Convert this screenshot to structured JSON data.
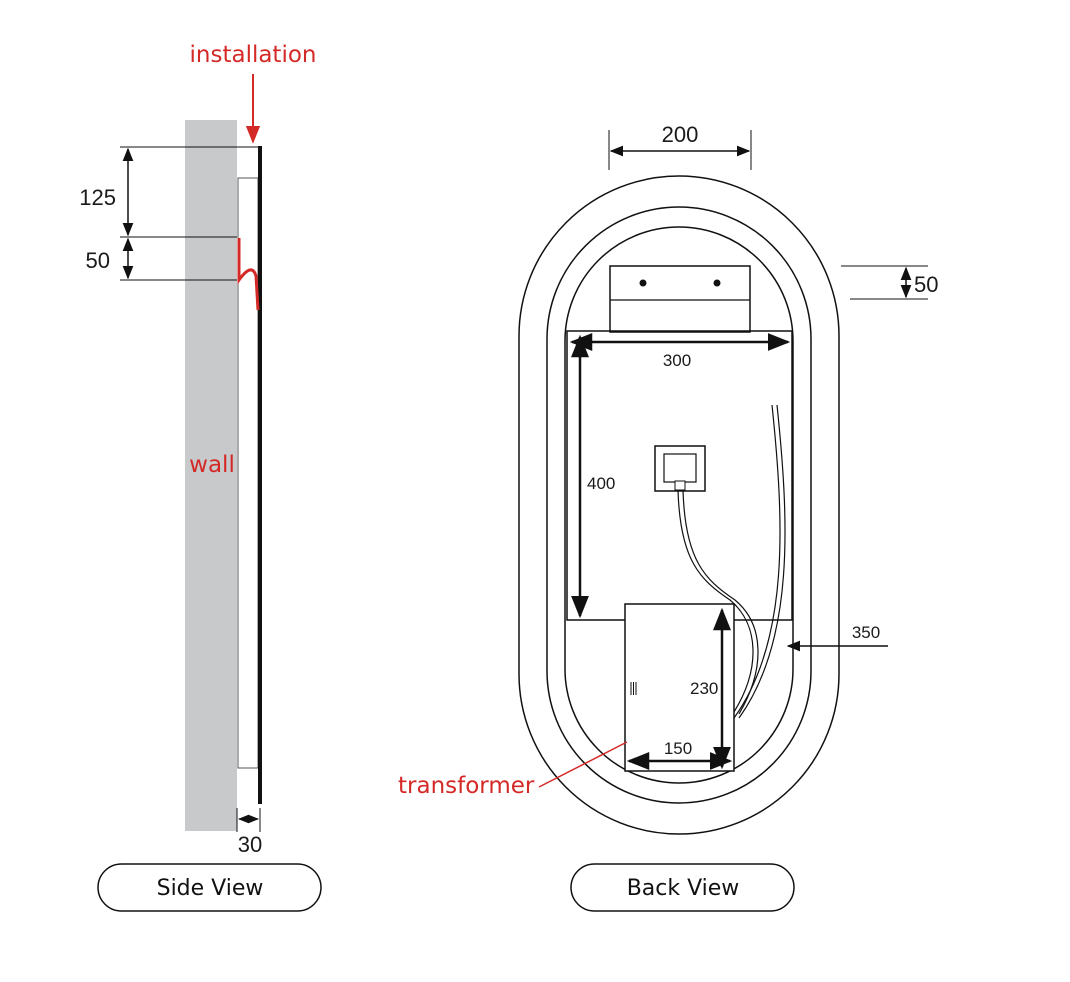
{
  "labels": {
    "installation": "installation",
    "wall": "wall",
    "transformer": "transformer"
  },
  "dimensions": {
    "side_top_offset": "125",
    "side_bracket_height": "50",
    "side_depth": "30",
    "back_top_width": "200",
    "back_bracket_height": "50",
    "back_panel_width": "300",
    "back_panel_height": "400",
    "back_cable_length": "350",
    "transformer_height": "230",
    "transformer_width": "150"
  },
  "buttons": {
    "side_view": "Side View",
    "back_view": "Back View"
  },
  "colors": {
    "accent_red": "#d42a27",
    "wall_gray": "#c7c9cb",
    "line": "#111111"
  }
}
